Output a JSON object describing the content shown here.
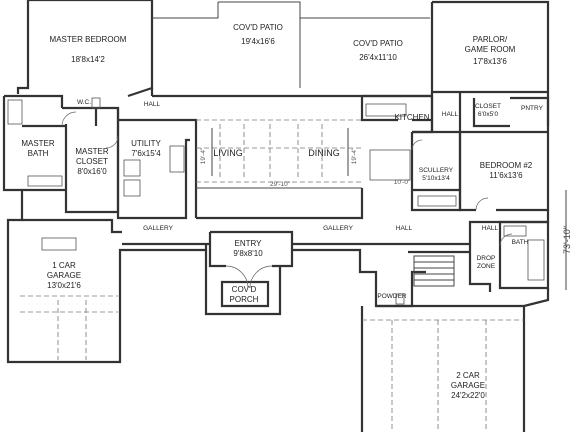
{
  "rooms": {
    "master_bedroom": {
      "name": "MASTER BEDROOM",
      "size": "18'8x14'2"
    },
    "covd_patio_1": {
      "name": "COV'D PATIO",
      "size": "19'4x16'6"
    },
    "covd_patio_2": {
      "name": "COV'D PATIO",
      "size": "26'4x11'10"
    },
    "parlor": {
      "name_line1": "PARLOR/",
      "name_line2": "GAME ROOM",
      "size": "17'8x13'6"
    },
    "wc": {
      "name": "W.C."
    },
    "hall_master": {
      "name": "HALL"
    },
    "master_bath": {
      "name_line1": "MASTER",
      "name_line2": "BATH"
    },
    "master_closet": {
      "name_line1": "MASTER",
      "name_line2": "CLOSET",
      "size": "8'0x16'0"
    },
    "utility": {
      "name": "UTILITY",
      "size": "7'6x15'4"
    },
    "living": {
      "name": "LIVING"
    },
    "dining": {
      "name": "DINING"
    },
    "kitchen": {
      "name": "KITCHEN"
    },
    "hall_east": {
      "name": "HALL"
    },
    "closet": {
      "name": "CLOSET",
      "size": "6'0x5'0"
    },
    "pantry": {
      "name": "PNTRY"
    },
    "scullery": {
      "name": "SCULLERY",
      "size": "5'10x13'4"
    },
    "bedroom2": {
      "name": "BEDROOM #2",
      "size": "11'6x13'6"
    },
    "gallery_west": {
      "name": "GALLERY"
    },
    "gallery_center": {
      "name": "GALLERY"
    },
    "hall_gallery": {
      "name": "HALL"
    },
    "hall_bed2": {
      "name": "HALL"
    },
    "bath": {
      "name": "BATH"
    },
    "entry": {
      "name": "ENTRY",
      "size": "9'8x8'10"
    },
    "garage1": {
      "name_line1": "1 CAR",
      "name_line2": "GARAGE",
      "size": "13'0x21'6"
    },
    "covd_porch": {
      "name_line1": "COV'D",
      "name_line2": "PORCH"
    },
    "drop_zone": {
      "name_line1": "DROP",
      "name_line2": "ZONE"
    },
    "powder": {
      "name": "POWDER"
    },
    "garage2": {
      "name_line1": "2 CAR",
      "name_line2": "GARAGE",
      "size": "24'2x22'0"
    }
  },
  "dimensions": {
    "great_room_width": "29'-10\"",
    "living_depth": "19'-4\"",
    "dining_depth": "19'-4\"",
    "kitchen_island": "10'-0\"",
    "overall_depth": "73'-10\""
  }
}
